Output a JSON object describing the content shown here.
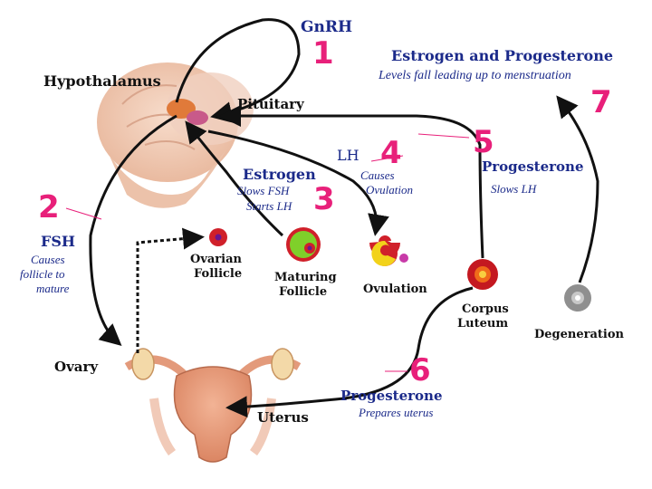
{
  "labels": {
    "gnrh": "GnRH",
    "hypothalamus": "Hypothalamus",
    "pituitary": "Pituitary",
    "title_top": "Estrogen and Progesterone",
    "title_top_note": "Levels fall leading up to menstruation",
    "lh": "LH",
    "lh_note_1": "Causes",
    "lh_note_2": "Ovulation",
    "estrogen": "Estrogen",
    "estrogen_note_1": "Slows FSH",
    "estrogen_note_2": "Starts LH",
    "progesterone_5": "Progesterone",
    "progesterone_5_note": "Slows LH",
    "fsh": "FSH",
    "fsh_note_1": "Causes",
    "fsh_note_2": "follicle to",
    "fsh_note_3": "mature",
    "ovarian_follicle_1": "Ovarian",
    "ovarian_follicle_2": "Follicle",
    "maturing_follicle_1": "Maturing",
    "maturing_follicle_2": "Follicle",
    "ovulation": "Ovulation",
    "corpus_luteum_1": "Corpus",
    "corpus_luteum_2": "Luteum",
    "degeneration": "Degeneration",
    "ovary": "Ovary",
    "uterus": "Uterus",
    "progesterone_6": "Progesterone",
    "progesterone_6_note": "Prepares uterus"
  },
  "step_numbers": {
    "n1": "1",
    "n2": "2",
    "n3": "3",
    "n4": "4",
    "n5": "5",
    "n6": "6",
    "n7": "7"
  },
  "colors": {
    "step_number": "#e8207a",
    "navy_label": "#1b2a8a",
    "arrow": "#111111",
    "brain": "#f2cdb6",
    "uterus": "#e79a7a",
    "follicle_red": "#d0202a",
    "maturing_green": "#7fd02a",
    "ovulation_yellow": "#f2d21a",
    "degeneration_gray": "#9a9a9a"
  }
}
